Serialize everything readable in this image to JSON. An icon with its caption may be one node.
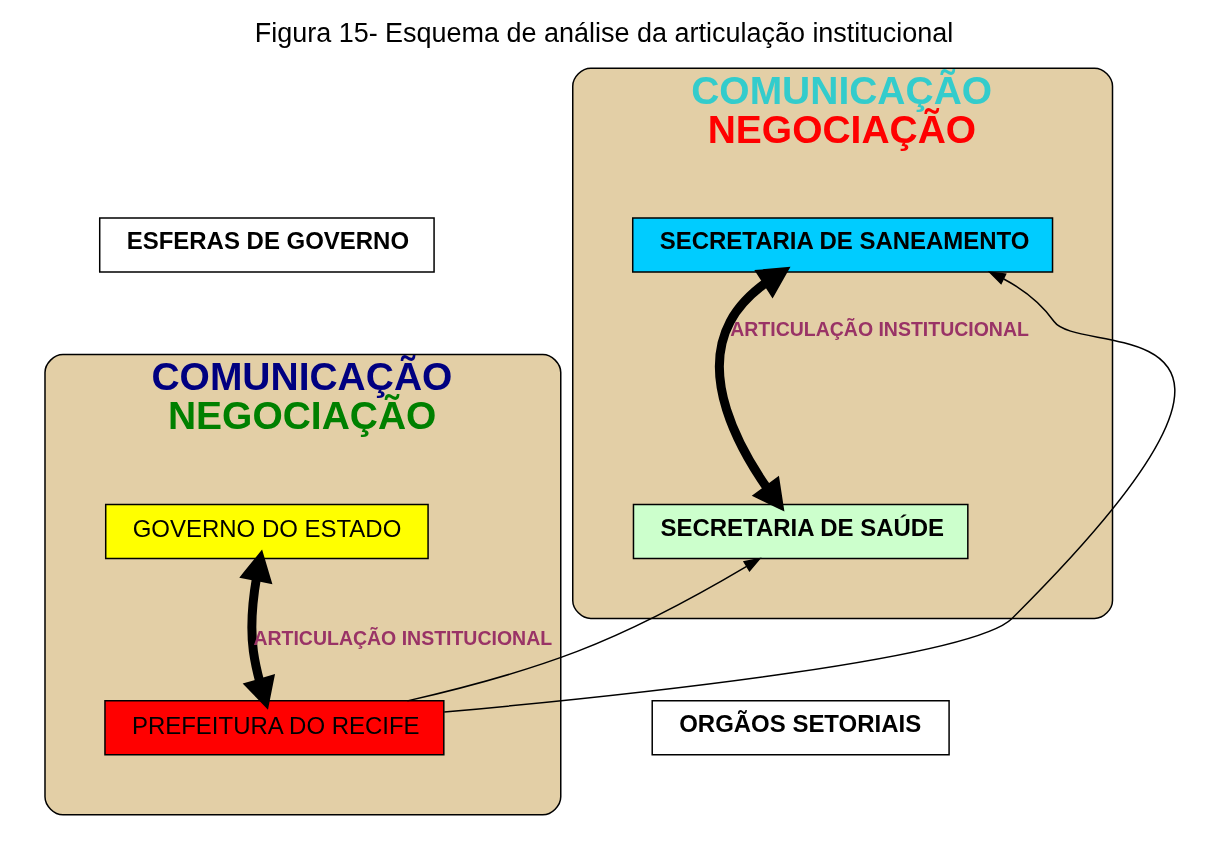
{
  "diagram": {
    "title": "Figura 15- Esquema de análise da articulação institucional",
    "nodes": [
      {
        "text": [
          "ESFERAS DE GOVERNO"
        ]
      },
      {
        "text": [
          "COMUNICAÇÃO",
          "NEGOCIAÇÃO"
        ]
      },
      {
        "text": [
          "GOVERNO DO ESTADO"
        ],
        "in": 1
      },
      {
        "text": [
          "PREFEITURA DO RECIFE"
        ],
        "in": 1
      },
      {
        "text": [
          "COMUNICAÇÃO",
          "NEGOCIAÇÃO"
        ]
      },
      {
        "text": [
          "SECRETARIA DE SANEAMENTO"
        ],
        "in": 4
      },
      {
        "text": [
          "SECRETARIA DE SAÚDE"
        ],
        "in": 4
      },
      {
        "text": [
          "ORGÃOS SETORIAIS"
        ]
      }
    ],
    "edges": [
      {
        "from": 2,
        "to": 3,
        "arrow": "both",
        "label": "ARTICULAÇÃO INSTITUCIONAL",
        "style": "thick"
      },
      {
        "from": 3,
        "to": 5,
        "arrow": "to"
      },
      {
        "from": 3,
        "to": 6,
        "arrow": "to"
      },
      {
        "from": 5,
        "to": 6,
        "arrow": "both",
        "label": "ARTICULAÇÃO INSTITUCIONAL",
        "style": "thick"
      }
    ]
  }
}
